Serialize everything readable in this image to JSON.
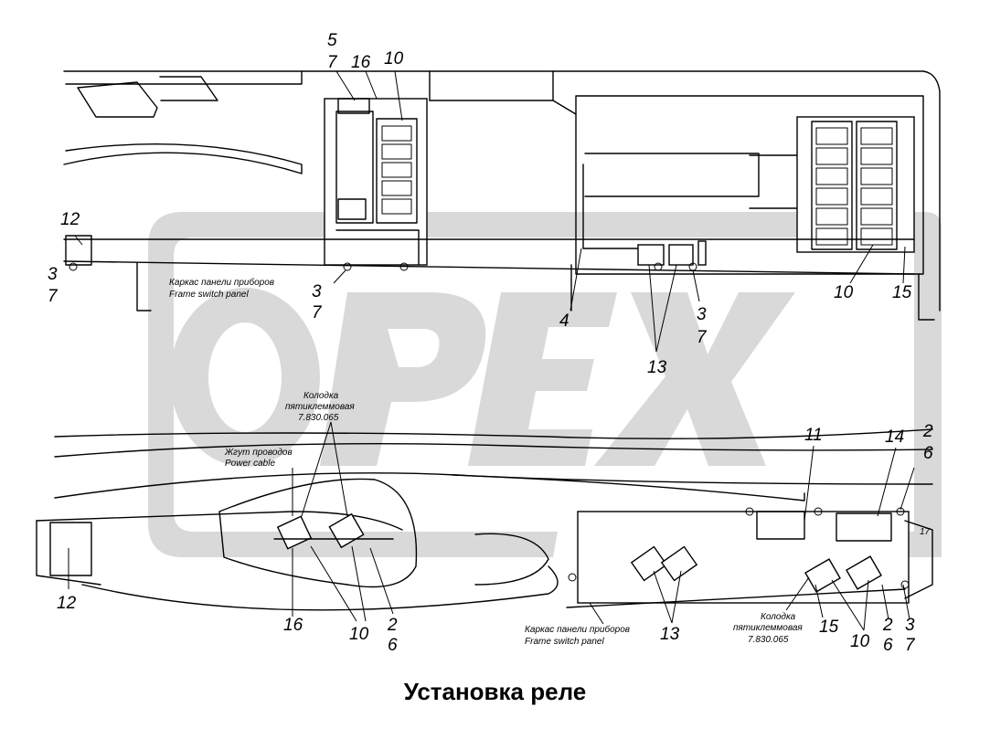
{
  "watermark": {
    "text": "OPEX",
    "color": "#d9d9d9"
  },
  "caption": "Установка реле",
  "labels": {
    "top_5": "5",
    "top_7a": "7",
    "top_16": "16",
    "top_10": "10",
    "left_12": "12",
    "left_3": "3",
    "left_7": "7",
    "mid_3": "3",
    "mid_7": "7",
    "r_4": "4",
    "r_3": "3",
    "r_7": "7",
    "r_13": "13",
    "r_10": "10",
    "r_15": "15",
    "b_12": "12",
    "b_16": "16",
    "b_10": "10",
    "b_2": "2",
    "b_6": "6",
    "br_11": "11",
    "br_14": "14",
    "br_2": "2",
    "br_6": "6",
    "br_17": "17",
    "br_13": "13",
    "br_15": "15",
    "br_10": "10",
    "br_2b": "2",
    "br_6b": "6",
    "br_3": "3",
    "br_7": "7"
  },
  "notes": {
    "frame_ru_top": "Каркас панели приборов",
    "frame_en_top": "Frame switch panel",
    "block_ru_1": "Колодка",
    "block_ru_2": "пятиклеммовая",
    "block_code": "7.830.065",
    "harness_ru": "Жгут проводов",
    "harness_en": "Power cable",
    "frame_ru_bottom": "Каркас панели приборов",
    "frame_en_bottom": "Frame switch panel",
    "block2_ru_1": "Колодка",
    "block2_ru_2": "пятиклеммовая",
    "block2_code": "7.830.065"
  }
}
